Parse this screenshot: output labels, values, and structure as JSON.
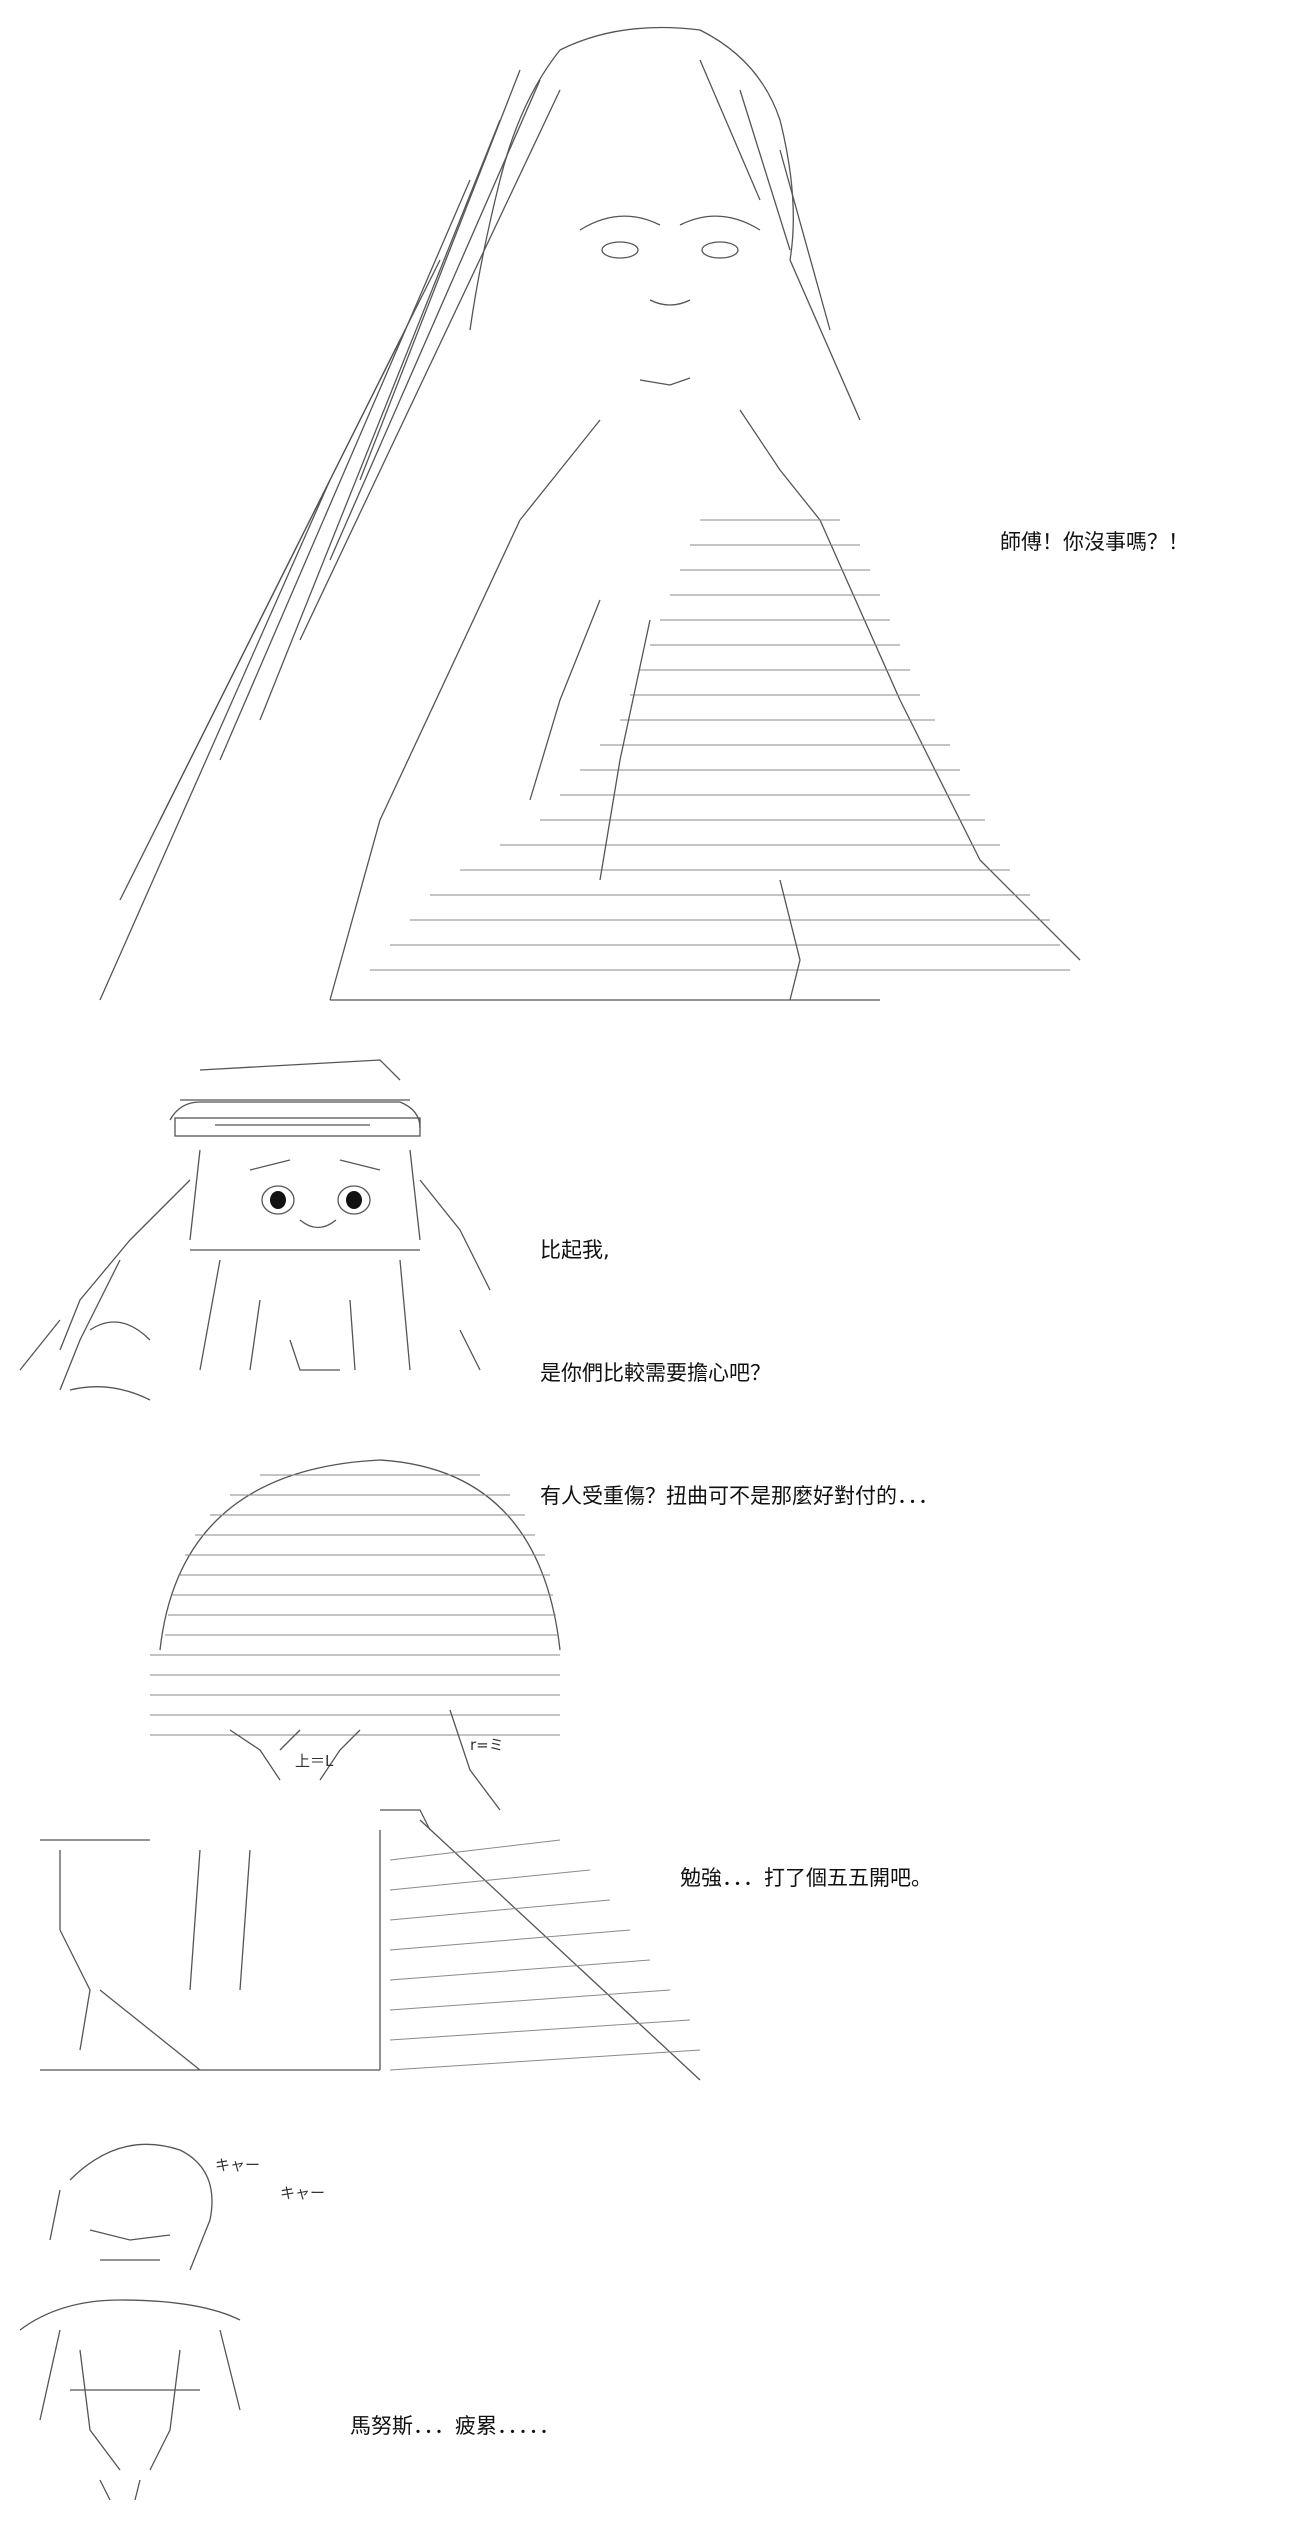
{
  "panels": [
    {
      "id": "panel-1",
      "dialogue": [
        "師傅！你沒事嗎？！"
      ]
    },
    {
      "id": "panel-2",
      "dialogue": [
        "比起我,",
        "是你們比較需要擔心吧？",
        "有人受重傷？扭曲可不是那麼好對付的．．．"
      ]
    },
    {
      "id": "panel-3",
      "dialogue": [
        "勉強．．．打了個五五開吧。"
      ]
    },
    {
      "id": "panel-4",
      "dialogue": [
        "馬努斯．．．疲累．．．．．"
      ]
    }
  ],
  "art_text": {
    "sfx_1": "キャー",
    "sfx_2": "キャー",
    "label_1": "上＝L",
    "label_2": "r=ミ"
  }
}
